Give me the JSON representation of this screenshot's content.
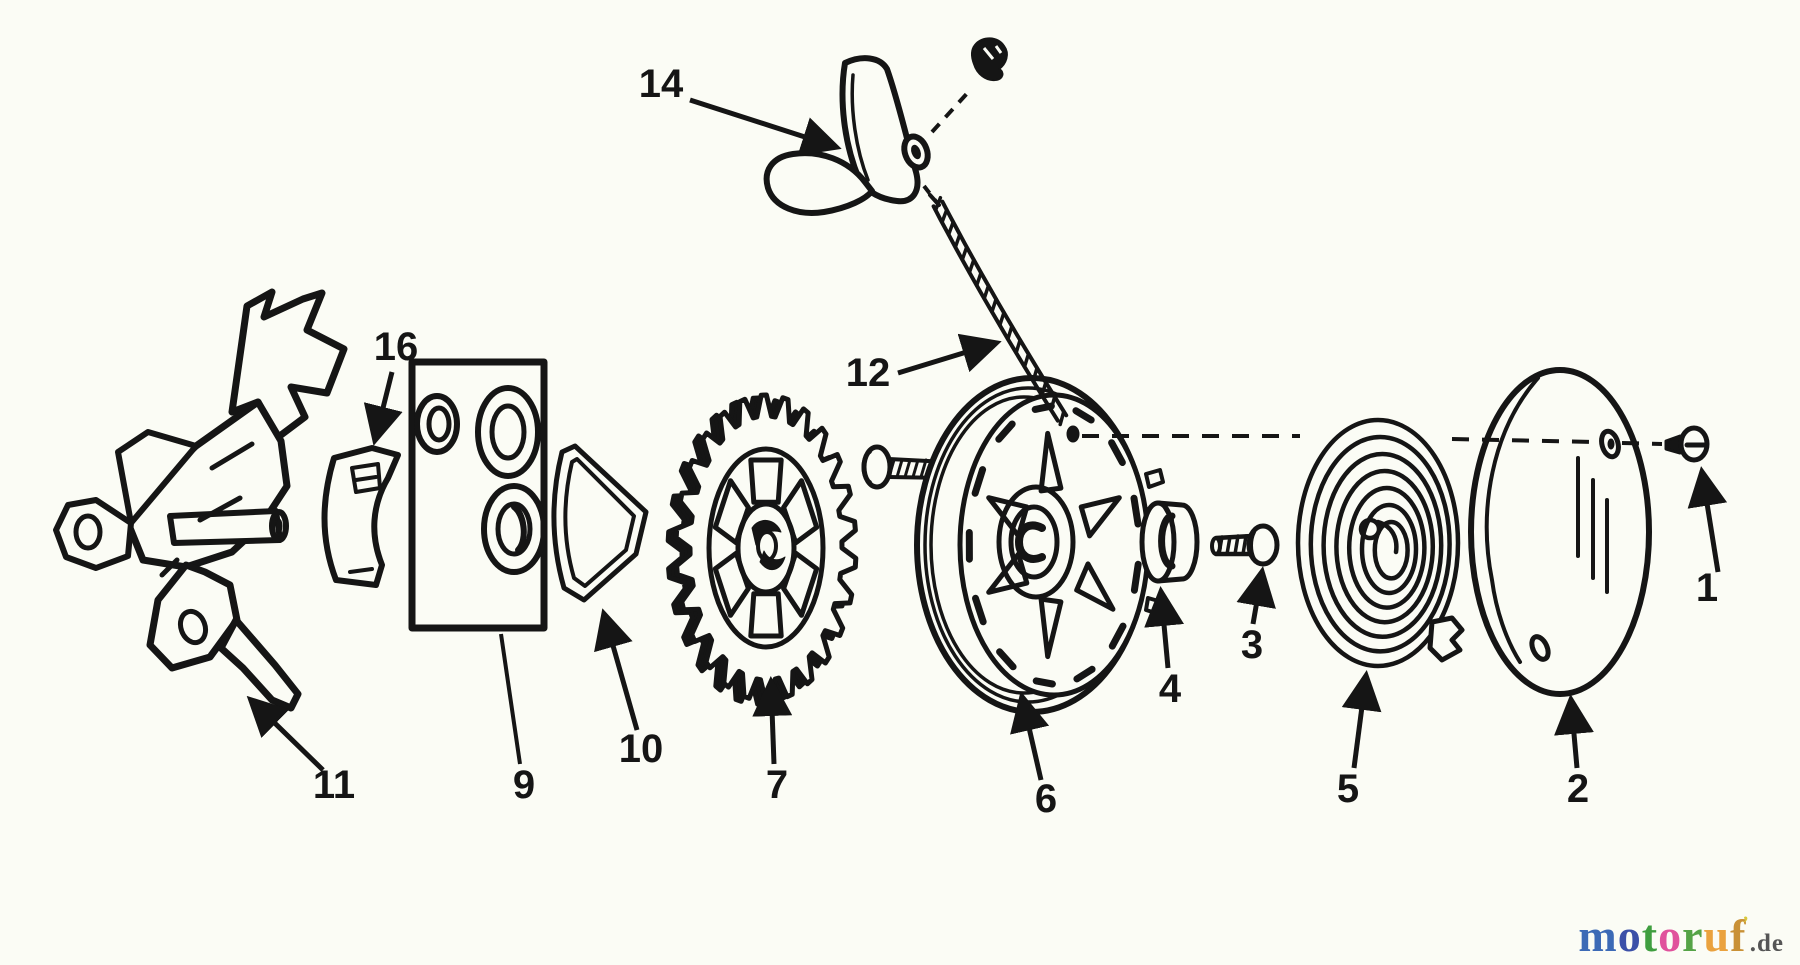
{
  "diagram_labels": {
    "p1": "1",
    "p2": "2",
    "p3": "3",
    "p4": "4",
    "p5": "5",
    "p6": "6",
    "p7": "7",
    "p9": "9",
    "p10": "10",
    "p11": "11",
    "p12": "12",
    "p14": "14",
    "p16": "16"
  },
  "logo": {
    "letters": [
      {
        "ch": "m",
        "color": "#3c6ab6"
      },
      {
        "ch": "o",
        "color": "#3c50a8"
      },
      {
        "ch": "t",
        "color": "#3f9e3f"
      },
      {
        "ch": "o",
        "color": "#e0529c"
      },
      {
        "ch": "r",
        "color": "#55a346"
      },
      {
        "ch": "u",
        "color": "#eaa23e"
      },
      {
        "ch": "f",
        "color": "#c99136"
      },
      {
        "ch": "’",
        "color": "#d8c83a",
        "sup": true
      }
    ],
    "suffix": {
      "text": ".de",
      "color": "#555555"
    }
  },
  "colors": {
    "background": "#fbfcf5",
    "line": "#151515"
  }
}
